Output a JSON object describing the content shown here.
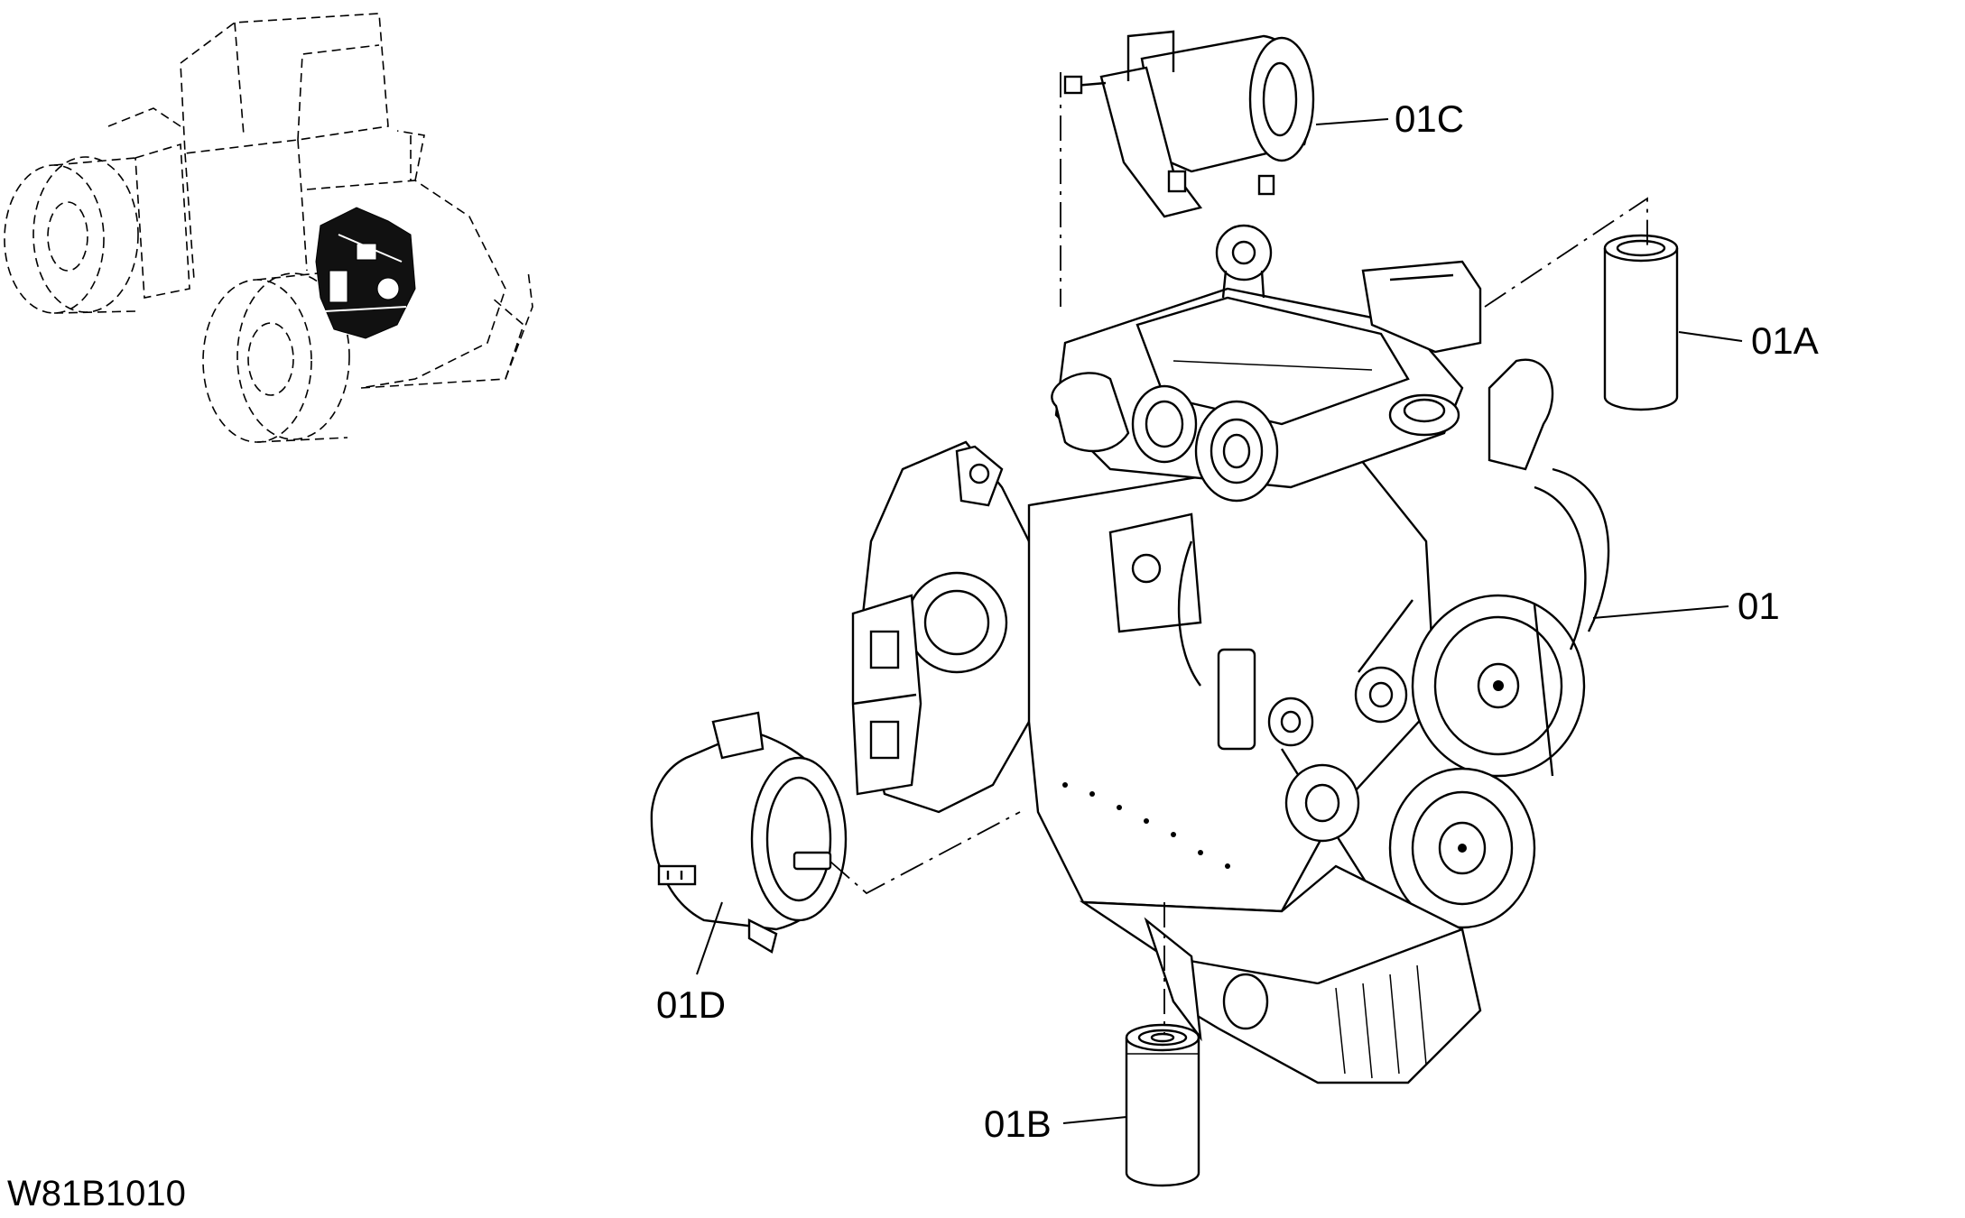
{
  "figure_id": "W81B1010",
  "callouts": [
    {
      "id": "01",
      "text": "01"
    },
    {
      "id": "01A",
      "text": "01A"
    },
    {
      "id": "01B",
      "text": "01B"
    },
    {
      "id": "01C",
      "text": "01C"
    },
    {
      "id": "01D",
      "text": "01D"
    }
  ],
  "colors": {
    "line": "#000000",
    "background": "#ffffff"
  }
}
